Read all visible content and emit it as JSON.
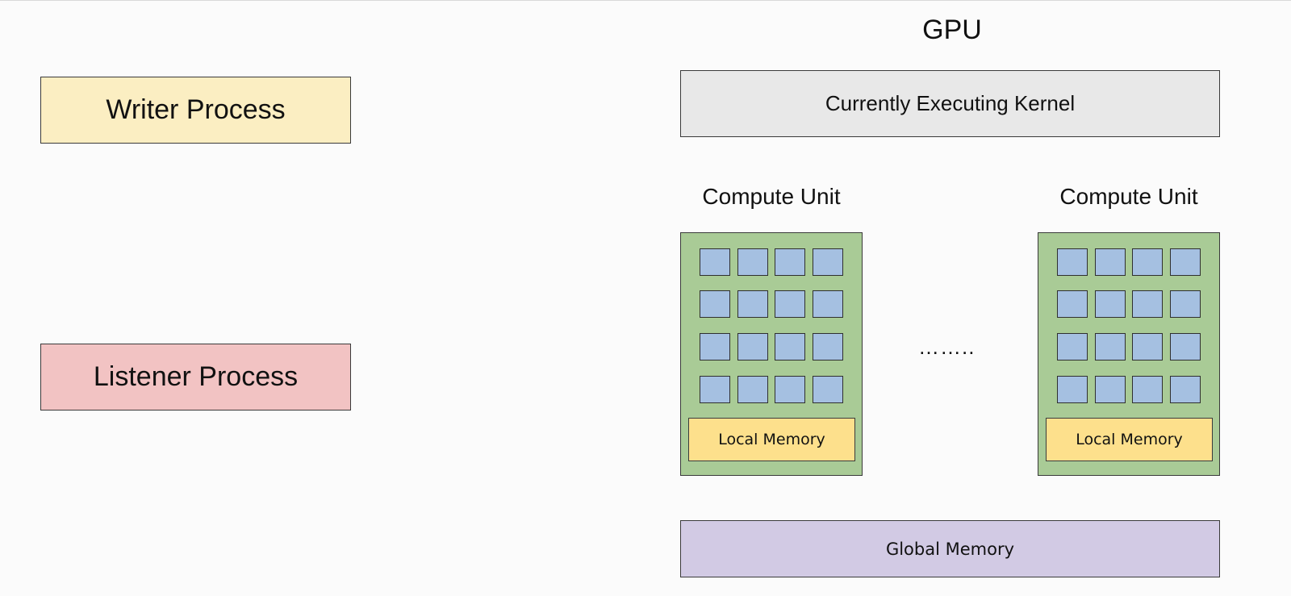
{
  "processes": {
    "writer_label": "Writer Process",
    "listener_label": "Listener Process"
  },
  "gpu": {
    "title": "GPU",
    "kernel_label": "Currently Executing Kernel",
    "compute_units": [
      {
        "title": "Compute Unit",
        "local_memory": "Local Memory"
      },
      {
        "title": "Compute Unit",
        "local_memory": "Local Memory"
      }
    ],
    "ellipsis": "……..",
    "global_memory_label": "Global Memory"
  },
  "colors": {
    "writer_fill": "#fbeec2",
    "listener_fill": "#f2c3c3",
    "kernel_fill": "#e8e8e8",
    "compute_unit_fill": "#a9cb96",
    "core_fill": "#a5c0e1",
    "local_memory_fill": "#fde08c",
    "global_memory_fill": "#d2cae4"
  }
}
